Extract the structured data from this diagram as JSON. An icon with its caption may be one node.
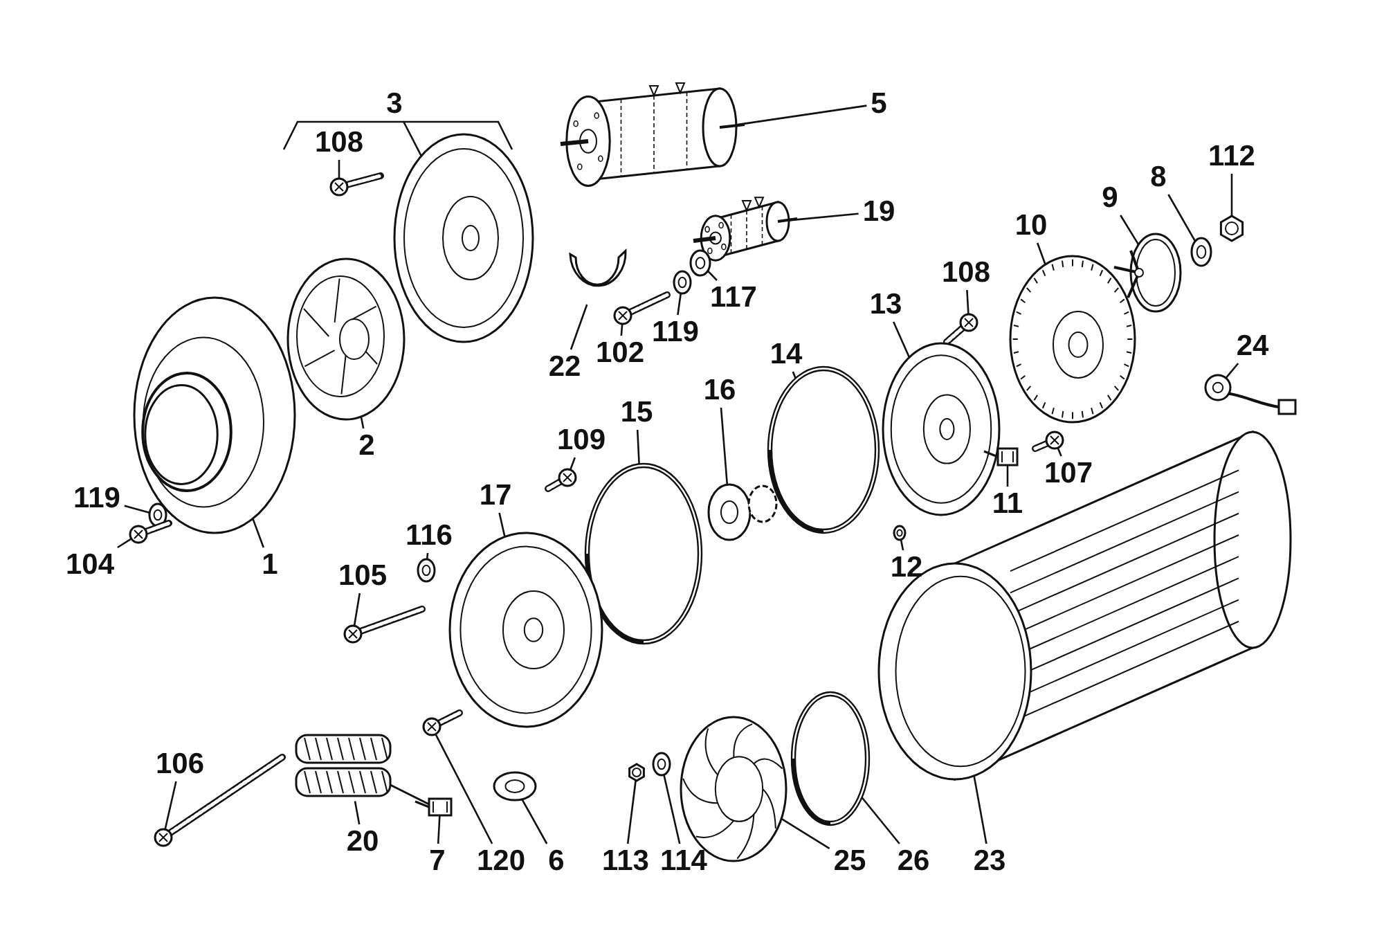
{
  "diagram": {
    "nodes": [
      {
        "text": [
          "3"
        ]
      },
      {
        "text": [
          "5"
        ]
      },
      {
        "text": [
          "108"
        ]
      },
      {
        "text": [
          "112"
        ]
      },
      {
        "text": [
          "8"
        ]
      },
      {
        "text": [
          "9"
        ]
      },
      {
        "text": [
          "19"
        ]
      },
      {
        "text": [
          "10"
        ]
      },
      {
        "text": [
          "117"
        ]
      },
      {
        "text": [
          "119"
        ]
      },
      {
        "text": [
          "102"
        ]
      },
      {
        "text": [
          "22"
        ]
      },
      {
        "text": [
          "108"
        ]
      },
      {
        "text": [
          "13"
        ]
      },
      {
        "text": [
          "14"
        ]
      },
      {
        "text": [
          "16"
        ]
      },
      {
        "text": [
          "24"
        ]
      },
      {
        "text": [
          "15"
        ]
      },
      {
        "text": [
          "109"
        ]
      },
      {
        "text": [
          "11"
        ]
      },
      {
        "text": [
          "2"
        ]
      },
      {
        "text": [
          "107"
        ]
      },
      {
        "text": [
          "119"
        ]
      },
      {
        "text": [
          "17"
        ]
      },
      {
        "text": [
          "1"
        ]
      },
      {
        "text": [
          "12"
        ]
      },
      {
        "text": [
          "116"
        ]
      },
      {
        "text": [
          "104"
        ]
      },
      {
        "text": [
          "105"
        ]
      },
      {
        "text": [
          "106"
        ]
      },
      {
        "text": [
          "20"
        ]
      },
      {
        "text": [
          "7"
        ]
      },
      {
        "text": [
          "120"
        ]
      },
      {
        "text": [
          "6"
        ]
      },
      {
        "text": [
          "113"
        ]
      },
      {
        "text": [
          "114"
        ]
      },
      {
        "text": [
          "25"
        ]
      },
      {
        "text": [
          "26"
        ]
      },
      {
        "text": [
          "23"
        ]
      },
      {
        "text": [],
        "shape": "picture"
      },
      {
        "text": [],
        "shape": "picture"
      },
      {
        "text": [],
        "shape": "picture"
      },
      {
        "text": [],
        "shape": "picture"
      },
      {
        "text": [],
        "shape": "picture"
      },
      {
        "text": [],
        "shape": "picture"
      },
      {
        "text": [],
        "shape": "picture"
      },
      {
        "text": [],
        "shape": "picture"
      },
      {
        "text": [],
        "shape": "picture"
      },
      {
        "text": [],
        "shape": "picture"
      },
      {
        "text": [],
        "shape": "picture"
      },
      {
        "text": [],
        "shape": "picture"
      },
      {
        "text": [],
        "shape": "picture"
      },
      {
        "text": [],
        "shape": "picture"
      },
      {
        "text": [],
        "shape": "picture"
      },
      {
        "text": [],
        "shape": "picture"
      },
      {
        "text": [],
        "shape": "picture"
      },
      {
        "text": [],
        "shape": "picture"
      },
      {
        "text": [],
        "shape": "picture"
      },
      {
        "text": [],
        "shape": "picture"
      },
      {
        "text": [],
        "shape": "picture"
      },
      {
        "text": [],
        "shape": "picture"
      },
      {
        "text": [],
        "shape": "picture"
      },
      {
        "text": [],
        "shape": "picture"
      },
      {
        "text": [],
        "shape": "picture"
      },
      {
        "text": [],
        "shape": "picture"
      },
      {
        "text": [],
        "shape": "picture"
      },
      {
        "text": [],
        "shape": "picture"
      },
      {
        "text": [],
        "shape": "picture"
      },
      {
        "text": [],
        "shape": "picture"
      },
      {
        "text": [],
        "shape": "picture"
      },
      {
        "text": [],
        "shape": "picture"
      },
      {
        "text": [],
        "shape": "picture"
      },
      {
        "text": [],
        "shape": "picture"
      },
      {
        "text": [],
        "shape": "picture"
      },
      {
        "text": [],
        "shape": "picture"
      },
      {
        "text": [],
        "shape": "picture"
      },
      {
        "text": [],
        "shape": "picture"
      },
      {
        "text": [],
        "shape": "picture"
      }
    ],
    "edges": [
      {
        "from": 0,
        "to": 39,
        "arrow": "none"
      },
      {
        "from": 1,
        "to": 40,
        "arrow": "none"
      },
      {
        "from": 2,
        "to": 41,
        "arrow": "none"
      },
      {
        "from": 3,
        "to": 42,
        "arrow": "none"
      },
      {
        "from": 4,
        "to": 43,
        "arrow": "none"
      },
      {
        "from": 5,
        "to": 44,
        "arrow": "none"
      },
      {
        "from": 6,
        "to": 45,
        "arrow": "none"
      },
      {
        "from": 7,
        "to": 46,
        "arrow": "none"
      },
      {
        "from": 8,
        "to": 47,
        "arrow": "none"
      },
      {
        "from": 9,
        "to": 48,
        "arrow": "none"
      },
      {
        "from": 10,
        "to": 49,
        "arrow": "none"
      },
      {
        "from": 11,
        "to": 50,
        "arrow": "none"
      },
      {
        "from": 12,
        "to": 51,
        "arrow": "none"
      },
      {
        "from": 13,
        "to": 52,
        "arrow": "none"
      },
      {
        "from": 14,
        "to": 53,
        "arrow": "none"
      },
      {
        "from": 15,
        "to": 54,
        "arrow": "none"
      },
      {
        "from": 16,
        "to": 55,
        "arrow": "none"
      },
      {
        "from": 17,
        "to": 56,
        "arrow": "none"
      },
      {
        "from": 18,
        "to": 57,
        "arrow": "none"
      },
      {
        "from": 19,
        "to": 58,
        "arrow": "none"
      },
      {
        "from": 20,
        "to": 59,
        "arrow": "none"
      },
      {
        "from": 21,
        "to": 60,
        "arrow": "none"
      },
      {
        "from": 22,
        "to": 61,
        "arrow": "none"
      },
      {
        "from": 23,
        "to": 62,
        "arrow": "none"
      },
      {
        "from": 24,
        "to": 63,
        "arrow": "none"
      },
      {
        "from": 25,
        "to": 64,
        "arrow": "none"
      },
      {
        "from": 26,
        "to": 65,
        "arrow": "none"
      },
      {
        "from": 27,
        "to": 66,
        "arrow": "none"
      },
      {
        "from": 28,
        "to": 67,
        "arrow": "none"
      },
      {
        "from": 29,
        "to": 68,
        "arrow": "none"
      },
      {
        "from": 30,
        "to": 69,
        "arrow": "none"
      },
      {
        "from": 31,
        "to": 70,
        "arrow": "none"
      },
      {
        "from": 32,
        "to": 71,
        "arrow": "none"
      },
      {
        "from": 33,
        "to": 72,
        "arrow": "none"
      },
      {
        "from": 34,
        "to": 73,
        "arrow": "none"
      },
      {
        "from": 35,
        "to": 74,
        "arrow": "none"
      },
      {
        "from": 36,
        "to": 75,
        "arrow": "none"
      },
      {
        "from": 37,
        "to": 76,
        "arrow": "none"
      },
      {
        "from": 38,
        "to": 77,
        "arrow": "none"
      }
    ]
  }
}
